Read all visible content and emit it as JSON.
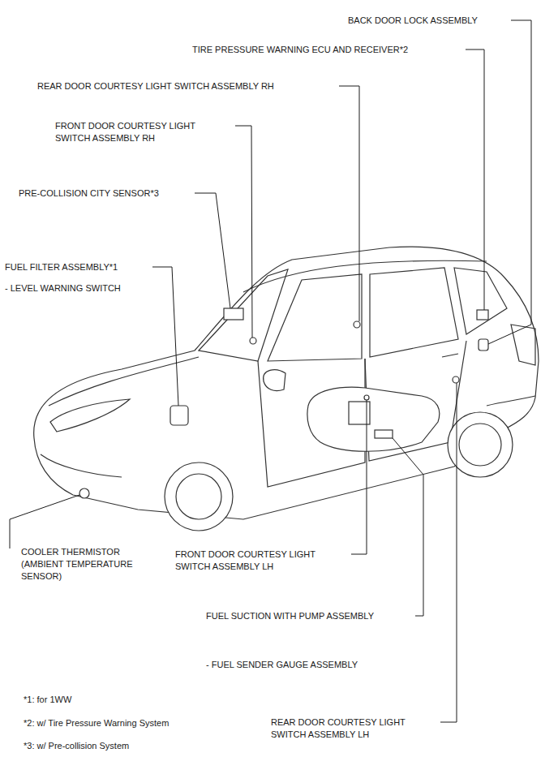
{
  "diagram": {
    "labels": [
      "BACK DOOR LOCK ASSEMBLY",
      "TIRE PRESSURE WARNING ECU AND RECEIVER*2",
      "REAR DOOR COURTESY LIGHT SWITCH ASSEMBLY RH",
      "FRONT DOOR COURTESY LIGHT SWITCH ASSEMBLY RH",
      "PRE-COLLISION CITY SENSOR*3",
      "FUEL FILTER ASSEMBLY*1",
      "- LEVEL WARNING SWITCH",
      "COOLER THERMISTOR (AMBIENT TEMPERATURE SENSOR)",
      "FRONT DOOR COURTESY LIGHT SWITCH ASSEMBLY LH",
      "FUEL SUCTION WITH PUMP ASSEMBLY",
      "- FUEL SENDER GAUGE ASSEMBLY",
      "*1: for 1WW",
      "*2: w/ Tire Pressure Warning System",
      "*3: w/ Pre-collision System",
      "REAR DOOR COURTESY LIGHT SWITCH ASSEMBLY LH"
    ]
  }
}
